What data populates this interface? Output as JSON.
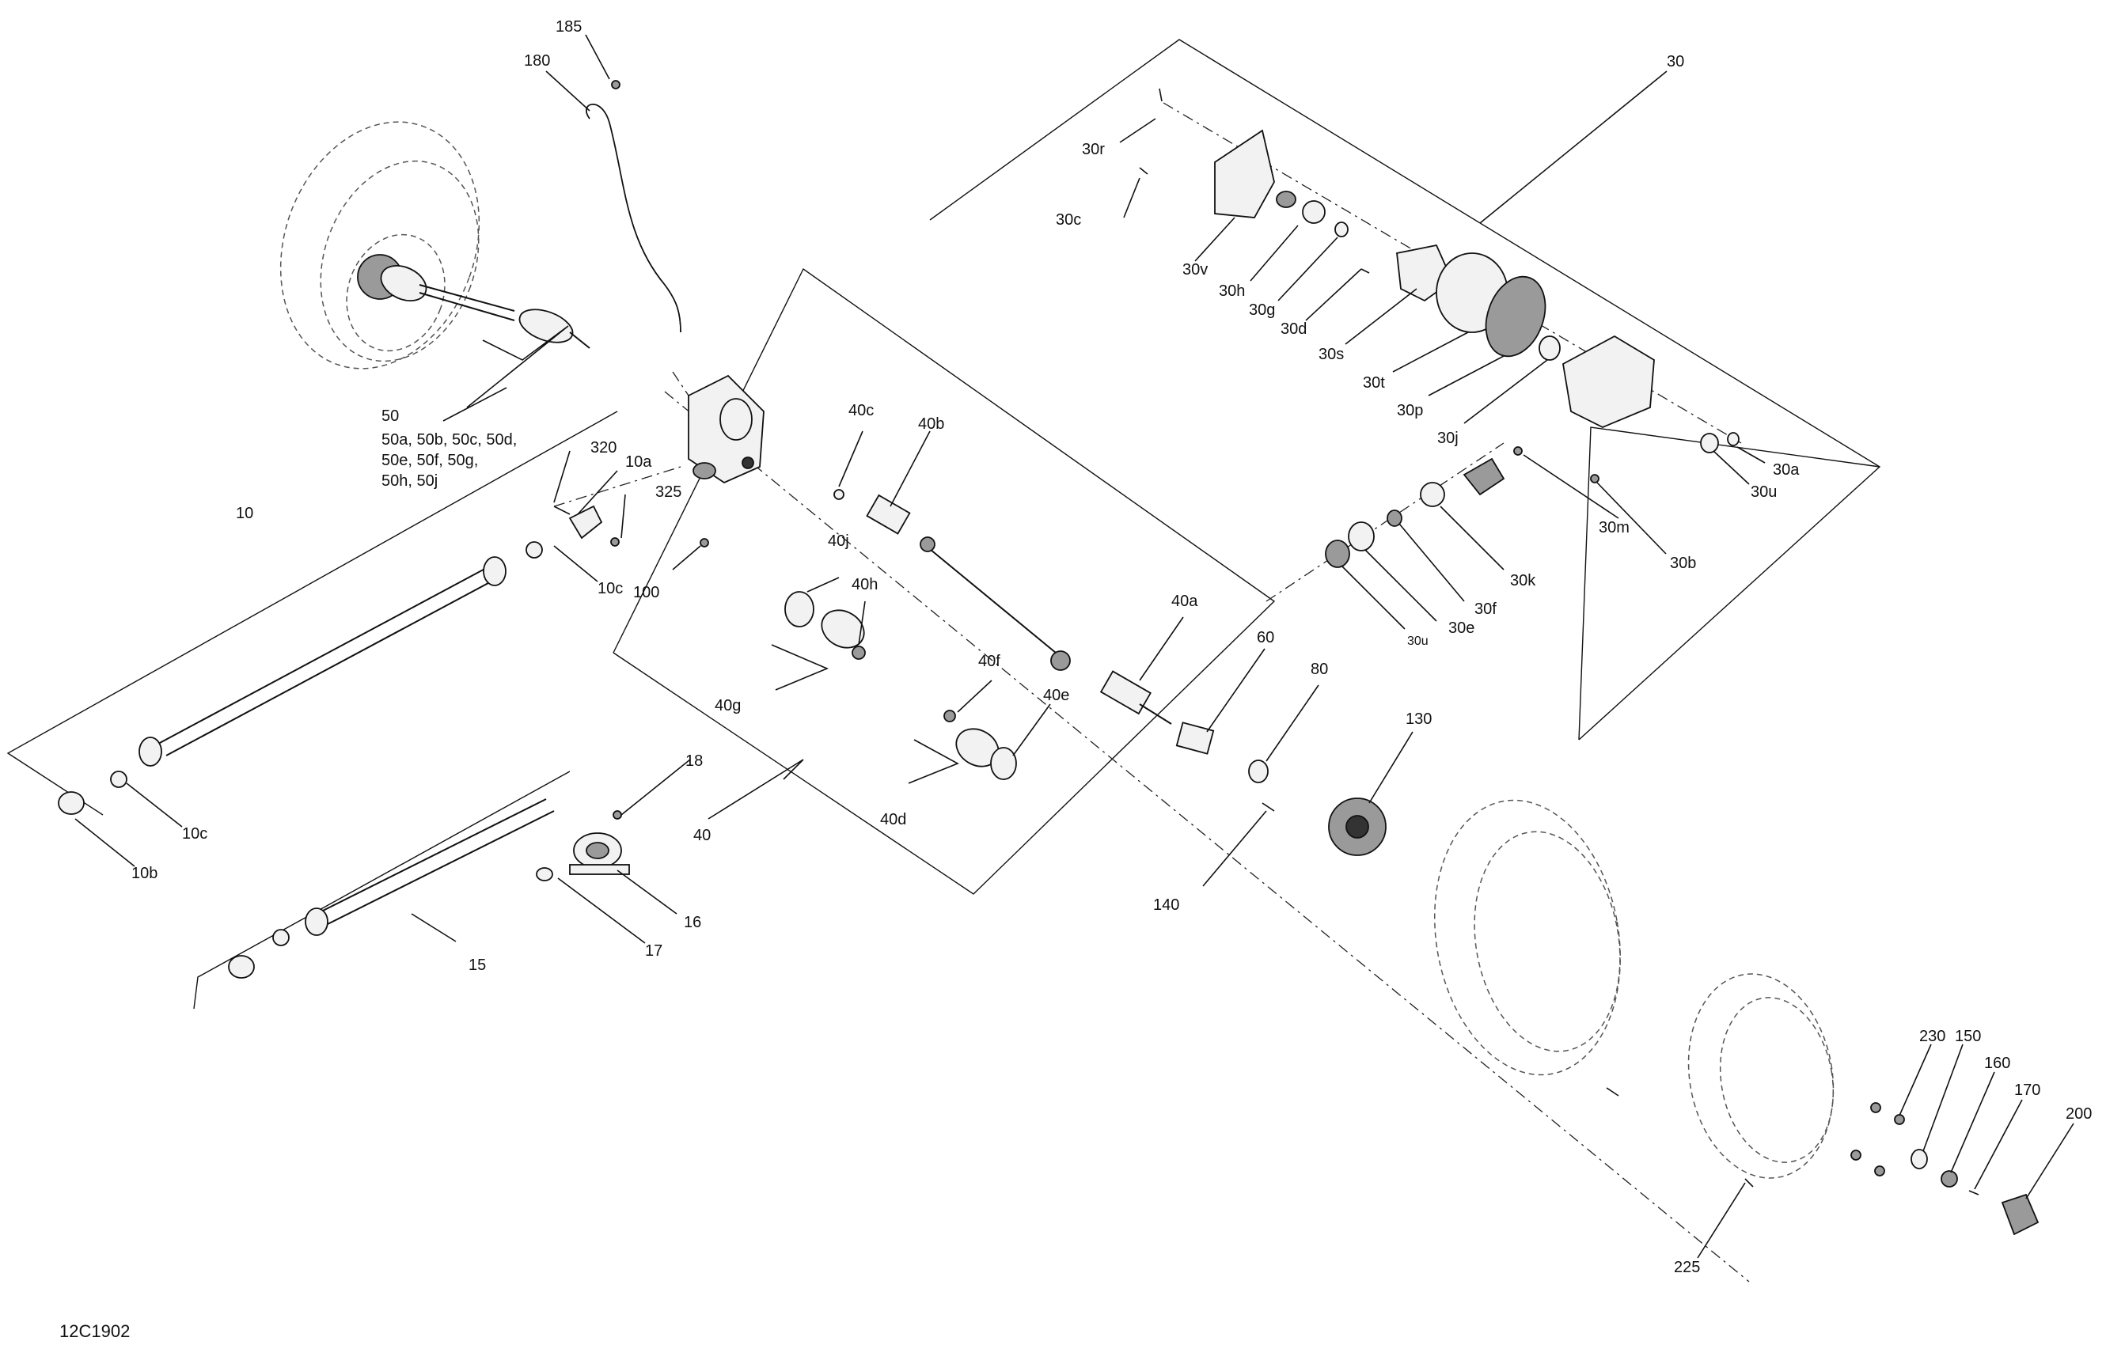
{
  "figure_id": "12C1902",
  "callouts": {
    "p185": "185",
    "p180": "180",
    "p50": "50",
    "p50_line1": "50a, 50b, 50c, 50d,",
    "p50_line2": "50e, 50f, 50g,",
    "p50_line3": "50h, 50j",
    "p320": "320",
    "p10a": "10a",
    "p325": "325",
    "p10": "10",
    "p10c_top": "10c",
    "p100": "100",
    "p10c_bottom": "10c",
    "p10b": "10b",
    "p18": "18",
    "p16": "16",
    "p17": "17",
    "p15": "15",
    "p40c": "40c",
    "p40b": "40b",
    "p40j": "40j",
    "p40h": "40h",
    "p40g": "40g",
    "p40f": "40f",
    "p40e": "40e",
    "p40d": "40d",
    "p40": "40",
    "p40a": "40a",
    "p60": "60",
    "p80": "80",
    "p130": "130",
    "p140": "140",
    "p30": "30",
    "p30r": "30r",
    "p30c": "30c",
    "p30v": "30v",
    "p30h": "30h",
    "p30g": "30g",
    "p30d": "30d",
    "p30s": "30s",
    "p30t": "30t",
    "p30p": "30p",
    "p30j": "30j",
    "p30a": "30a",
    "p30u_top": "30u",
    "p30m": "30m",
    "p30b": "30b",
    "p30k": "30k",
    "p30f": "30f",
    "p30e": "30e",
    "p30u_bottom": "30u",
    "p230": "230",
    "p150": "150",
    "p160": "160",
    "p170": "170",
    "p200": "200",
    "p225": "225"
  }
}
